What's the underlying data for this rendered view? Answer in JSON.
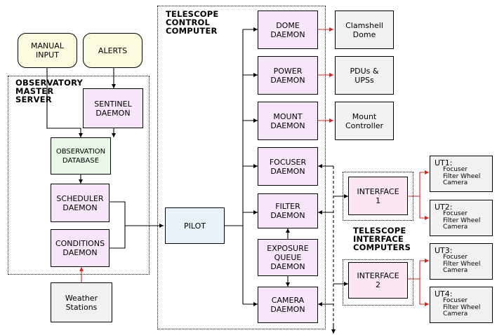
{
  "groups": {
    "oms_title": "OBSERVATORY\nMASTER\nSERVER",
    "tcc_title": "TELESCOPE\nCONTROL\nCOMPUTER",
    "tic_title": "TELESCOPE\nINTERFACE\nCOMPUTERS"
  },
  "nodes": {
    "manual_input": "MANUAL\nINPUT",
    "alerts": "ALERTS",
    "sentinel": "SENTINEL\nDAEMON",
    "obs_db": "OBSERVATION\nDATABASE",
    "scheduler": "SCHEDULER\nDAEMON",
    "conditions": "CONDITIONS\nDAEMON",
    "weather": "Weather\nStations",
    "pilot": "PILOT",
    "dome": "DOME\nDAEMON",
    "power": "POWER\nDAEMON",
    "mount": "MOUNT\nDAEMON",
    "focuser": "FOCUSER\nDAEMON",
    "filter": "FILTER\nDAEMON",
    "exposure_queue": "EXPOSURE\nQUEUE\nDAEMON",
    "camera": "CAMERA\nDAEMON",
    "clamshell": "Clamshell\nDome",
    "pdus": "PDUs &\nUPSs",
    "mount_controller": "Mount\nController",
    "interface1": "INTERFACE\n1",
    "interface2": "INTERFACE\n2"
  },
  "uts": [
    {
      "name": "UT1:",
      "devices": "Focuser\nFilter Wheel\nCamera"
    },
    {
      "name": "UT2:",
      "devices": "Focuser\nFilter Wheel\nCamera"
    },
    {
      "name": "UT3:",
      "devices": "Focuser\nFilter Wheel\nCamera"
    },
    {
      "name": "UT4:",
      "devices": "Focuser\nFilter Wheel\nCamera"
    }
  ],
  "colors": {
    "wire": "#000000",
    "hardware_link": "#e0201b",
    "daemon_fill": "#f7e6f9",
    "hardware_fill": "#f1f1f1",
    "input_fill": "#fbfbe0",
    "database_fill": "#e9f8e8",
    "pilot_fill": "#e9f2fb",
    "interface_fill": "#fbe6f2"
  }
}
